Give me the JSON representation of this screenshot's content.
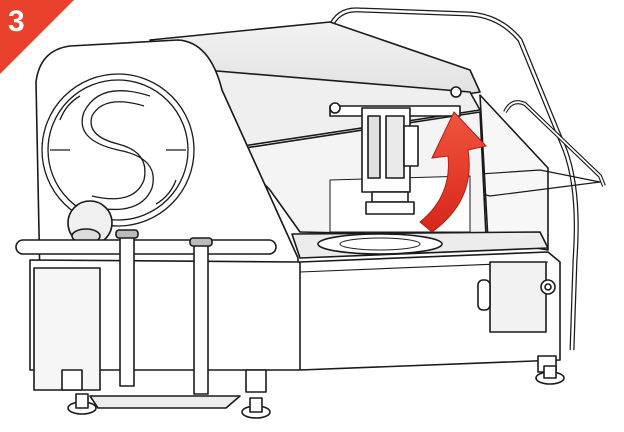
{
  "step": {
    "number": "3",
    "badge_color": "#e8412c"
  },
  "illustration": {
    "subject": "machine-with-hinged-hood",
    "arrow_color": "#e8412c",
    "arrow_direction": "up-rotate",
    "line_color": "#1a1a1a",
    "shade_color": "#e6e6e6"
  }
}
